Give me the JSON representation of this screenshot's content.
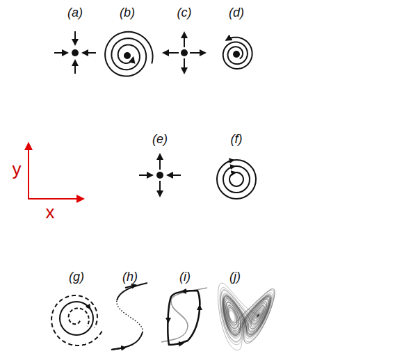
{
  "diagram": {
    "labels": [
      "(a)",
      "(b)",
      "(c)",
      "(d)",
      "(e)",
      "(f)",
      "y",
      "x",
      "(g)",
      "(h)",
      "(i)",
      "(j)"
    ]
  }
}
